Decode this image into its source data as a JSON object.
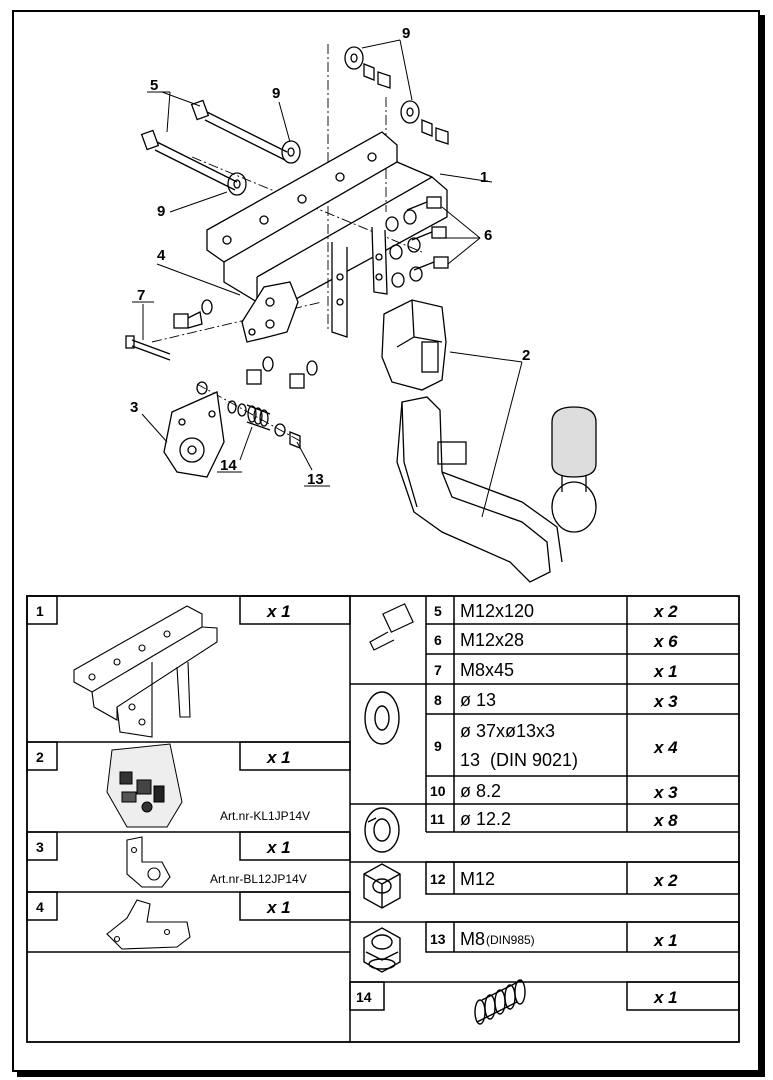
{
  "callouts": [
    "9",
    "5",
    "9",
    "1",
    "9",
    "6",
    "4",
    "7",
    "2",
    "3",
    "14",
    "13"
  ],
  "parts": {
    "p1": {
      "num": "1",
      "qty": "x 1"
    },
    "p2": {
      "num": "2",
      "qty": "x 1",
      "art": "Art.nr-KL1JP14V"
    },
    "p3": {
      "num": "3",
      "qty": "x 1",
      "art": "Art.nr-BL12JP14V"
    },
    "p4": {
      "num": "4",
      "qty": "x 1"
    },
    "p5": {
      "num": "5",
      "spec": "M12x120",
      "qty": "x 2"
    },
    "p6": {
      "num": "6",
      "spec": "M12x28",
      "qty": "x 6"
    },
    "p7": {
      "num": "7",
      "spec": "M8x45",
      "qty": "x 1"
    },
    "p8": {
      "num": "8",
      "spec": "ø 13",
      "qty": "x 3"
    },
    "p9": {
      "num": "9",
      "spec1": "ø 37xø13x3",
      "spec2": "13  (DIN 9021)",
      "qty": "x 4"
    },
    "p10": {
      "num": "10",
      "spec": "ø 8.2",
      "qty": "x 3"
    },
    "p11": {
      "num": "11",
      "spec": "ø 12.2",
      "qty": "x 8"
    },
    "p12": {
      "num": "12",
      "spec": "M12",
      "qty": "x 2"
    },
    "p13": {
      "num": "13",
      "spec": "M8",
      "spec_note": "(DIN985)",
      "qty": "x 1"
    },
    "p14": {
      "num": "14",
      "qty": "x 1"
    }
  }
}
